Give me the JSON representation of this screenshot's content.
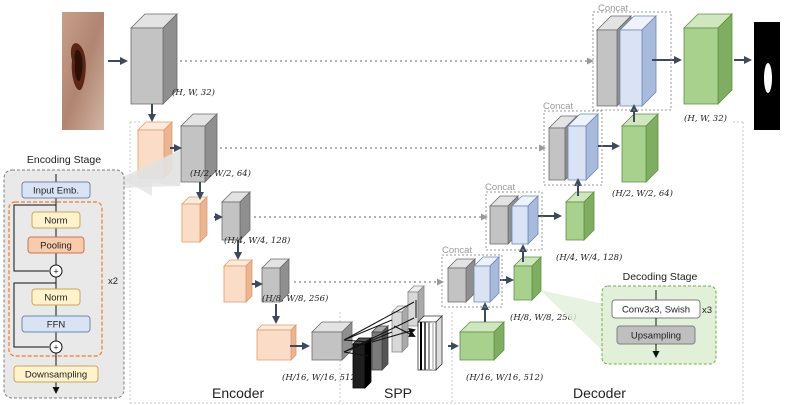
{
  "sections": {
    "encoder": "Encoder",
    "spp": "SPP",
    "decoder": "Decoder"
  },
  "concat_label": "Concat",
  "encoding_stage": {
    "title": "Encoding Stage",
    "input_emb": "Input Emb.",
    "norm1": "Norm",
    "pooling": "Pooling",
    "norm2": "Norm",
    "ffn": "FFN",
    "downsampling": "Downsampling",
    "repeat": "x2"
  },
  "decoding_stage": {
    "title": "Decoding Stage",
    "conv": "Conv3x3, Swish",
    "upsampling": "Upsampling",
    "repeat": "x3"
  },
  "dims": {
    "e0": "(H, W, 32)",
    "e1": "(H/2, W/2, 64)",
    "e2": "(H/4, W/4, 128)",
    "e3": "(H/8, W/8, 256)",
    "e4": "(H/16, W/16, 512)",
    "d4": "(H/16, W/16, 512)",
    "d3": "(H/8, W/8, 256)",
    "d2": "(H/4, W/4, 128)",
    "d1": "(H/2, W/2, 64)",
    "d0": "(H, W, 32)"
  },
  "colors": {
    "encoder_orange": "#f9d2b8",
    "gray_block": "#b9b9b9",
    "decoder_green": "#a9d18e",
    "concat_blue": "#dae3f3",
    "pooling_fill": "#f8cbad"
  }
}
